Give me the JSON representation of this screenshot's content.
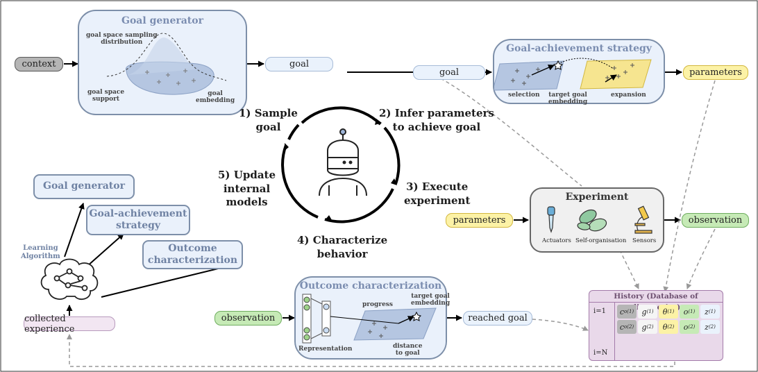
{
  "goal_generator_panel": {
    "title": "Goal generator",
    "labels": {
      "sampling": "goal space sampling\ndistribution",
      "support": "goal space\nsupport",
      "embedding": "goal\nembedding"
    }
  },
  "context_box": "context",
  "goal_output_box": "goal",
  "goal_input_box": "goal",
  "strategy_panel": {
    "title": "Goal-achievement strategy",
    "labels": {
      "selection": "selection",
      "target": "target goal\nembedding",
      "expansion": "expansion"
    }
  },
  "parameters_output_box": "parameters",
  "parameters_input_box": "parameters",
  "experiment_panel": {
    "title": "Experiment",
    "icons": [
      "pipette-icon",
      "cells-icon",
      "microscope-icon"
    ],
    "labels": [
      "Actuators",
      "Self-organisation",
      "Sensors"
    ]
  },
  "observation_output_box": "observation",
  "observation_input_box": "observation",
  "outcome_panel": {
    "title": "Outcome characterization",
    "labels": {
      "progress": "progress",
      "target": "target goal\nembedding",
      "distance": "distance\nto goal",
      "representation": "Representation"
    }
  },
  "reached_goal_box": "reached goal",
  "steps": {
    "s1": "1) Sample\ngoal",
    "s2": "2) Infer parameters\nto achieve goal",
    "s3": "3) Execute\nexperiment",
    "s4": "4) Characterize\nbehavior",
    "s5": "5) Update\ninternal\nmodels"
  },
  "learning_algorithm": {
    "label": "Learning\nAlgorithm",
    "targets": [
      "Goal generator",
      "Goal-achievement\nstrategy",
      "Outcome\ncharacterization"
    ],
    "collected": "collected experience"
  },
  "history": {
    "title": "History (Database of discoveries)",
    "row_labels": [
      "i=1",
      "i=N"
    ],
    "rows": [
      [
        "c",
        "g",
        "θ",
        "o",
        "z"
      ],
      [
        "c",
        "g",
        "θ",
        "o",
        "z"
      ]
    ],
    "subscript": "o",
    "superscripts": [
      "(1)",
      "(2)"
    ]
  },
  "colors": {
    "blue_fill": "#eaf2fc",
    "yellow_fill": "#fcf2a6",
    "green_fill": "#c6eab6",
    "grey_fill": "#b5b5b5",
    "purple_fill": "#f2e6f2",
    "panel_border": "#7d8fa9",
    "title_color": "#7b8db0"
  }
}
